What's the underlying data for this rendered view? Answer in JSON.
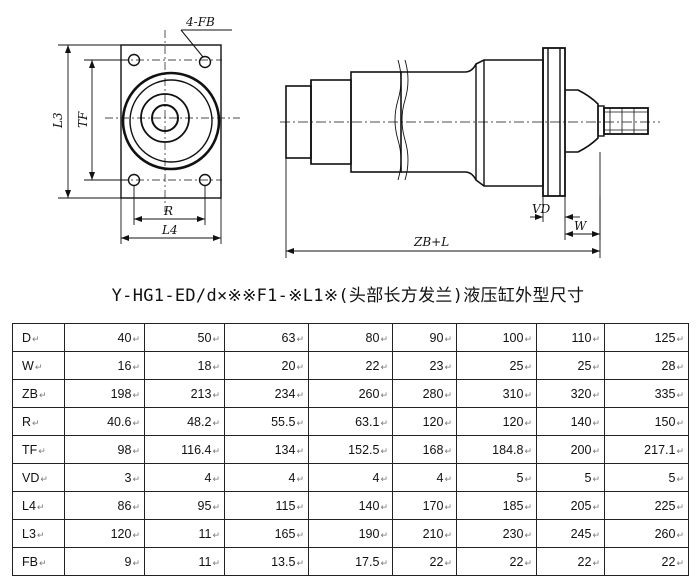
{
  "drawing": {
    "labels": {
      "fb": "4-FB",
      "l3": "L3",
      "tf": "TF",
      "r": "R",
      "l4": "L4",
      "vd": "VD",
      "w": "W",
      "zbl": "ZB+L"
    }
  },
  "title": "Y-HG1-ED/d×※※F1-※L1※(头部长方发兰)液压缸外型尺寸",
  "table": {
    "rows": [
      {
        "label": "D",
        "values": [
          "40",
          "50",
          "63",
          "80",
          "90",
          "100",
          "110",
          "125"
        ]
      },
      {
        "label": "W",
        "values": [
          "16",
          "18",
          "20",
          "22",
          "23",
          "25",
          "25",
          "28"
        ]
      },
      {
        "label": "ZB",
        "values": [
          "198",
          "213",
          "234",
          "260",
          "280",
          "310",
          "320",
          "335"
        ]
      },
      {
        "label": "R",
        "values": [
          "40.6",
          "48.2",
          "55.5",
          "63.1",
          "120",
          "120",
          "140",
          "150"
        ]
      },
      {
        "label": "TF",
        "values": [
          "98",
          "116.4",
          "134",
          "152.5",
          "168",
          "184.8",
          "200",
          "217.1"
        ]
      },
      {
        "label": "VD",
        "values": [
          "3",
          "4",
          "4",
          "4",
          "4",
          "5",
          "5",
          "5"
        ]
      },
      {
        "label": "L4",
        "values": [
          "86",
          "95",
          "115",
          "140",
          "170",
          "185",
          "205",
          "225"
        ]
      },
      {
        "label": "L3",
        "values": [
          "120",
          "11",
          "165",
          "190",
          "210",
          "230",
          "245",
          "260"
        ]
      },
      {
        "label": "FB",
        "values": [
          "9",
          "11",
          "13.5",
          "17.5",
          "22",
          "22",
          "22",
          "22"
        ]
      }
    ]
  }
}
